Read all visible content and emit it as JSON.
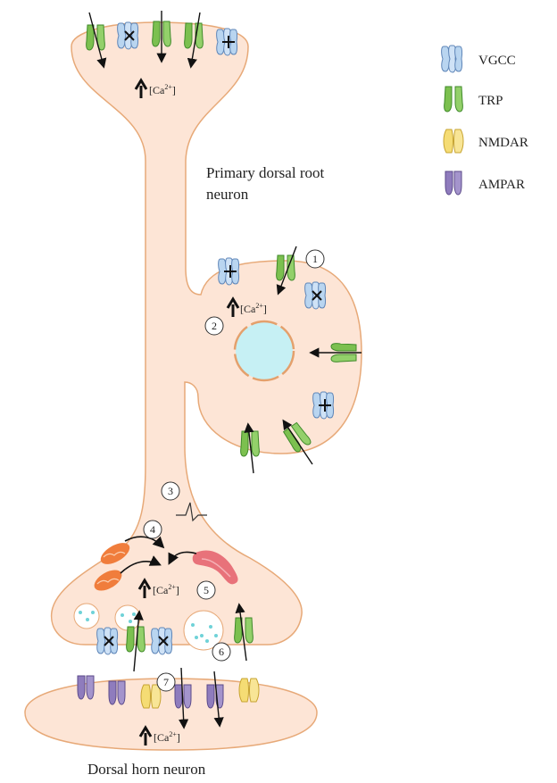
{
  "labels": {
    "primary_neuron_line1": "Primary  dorsal root",
    "primary_neuron_line2": "neuron",
    "dorsal_horn_neuron": "Dorsal horn neuron",
    "calcium": "[Ca",
    "calcium_sup": "2+",
    "calcium_close": "]"
  },
  "legend": [
    {
      "label": "VGCC",
      "icon": "vgcc-channel-icon"
    },
    {
      "label": "TRP",
      "icon": "trp-channel-icon"
    },
    {
      "label": "NMDAR",
      "icon": "nmdar-receptor-icon"
    },
    {
      "label": "AMPAR",
      "icon": "ampar-receptor-icon"
    }
  ],
  "steps": [
    "1",
    "2",
    "3",
    "4",
    "5",
    "6",
    "7"
  ],
  "colors": {
    "cell_fill": "#fde5d6",
    "cell_outline": "#e7a978",
    "vgcc": "#b9d5f0",
    "trp": "#7cc04f",
    "nmdar": "#f5dc74",
    "ampar": "#8f7cbd",
    "nucleus": "#c6f0f4",
    "mitochondria": "#f07d3c",
    "er": "#e8727a"
  }
}
